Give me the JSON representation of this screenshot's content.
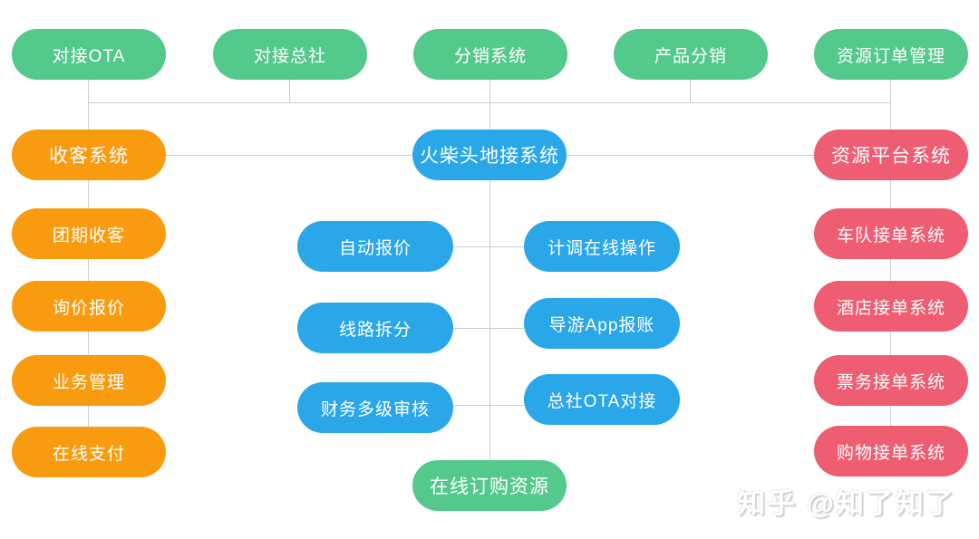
{
  "diagram": {
    "colors": {
      "green": "#53c98b",
      "orange": "#f99b0e",
      "blue": "#2aa7e8",
      "pink": "#ee5d72",
      "connector": "#cccccc"
    },
    "top_row": [
      {
        "label": "对接OTA"
      },
      {
        "label": "对接总社"
      },
      {
        "label": "分销系统"
      },
      {
        "label": "产品分销"
      },
      {
        "label": "资源订单管理"
      }
    ],
    "level2": {
      "left": {
        "label": "收客系统"
      },
      "center": {
        "label": "火柴头地接系统"
      },
      "right": {
        "label": "资源平台系统"
      }
    },
    "left_column": [
      {
        "label": "团期收客"
      },
      {
        "label": "询价报价"
      },
      {
        "label": "业务管理"
      },
      {
        "label": "在线支付"
      }
    ],
    "center_left": [
      {
        "label": "自动报价"
      },
      {
        "label": "线路拆分"
      },
      {
        "label": "财务多级审核"
      }
    ],
    "center_right": [
      {
        "label": "计调在线操作"
      },
      {
        "label": "导游App报账"
      },
      {
        "label": "总社OTA对接"
      }
    ],
    "bottom_center": {
      "label": "在线订购资源"
    },
    "right_column": [
      {
        "label": "车队接单系统"
      },
      {
        "label": "酒店接单系统"
      },
      {
        "label": "票务接单系统"
      },
      {
        "label": "购物接单系统"
      }
    ]
  },
  "watermark": {
    "text": "知乎 @知了知了"
  }
}
